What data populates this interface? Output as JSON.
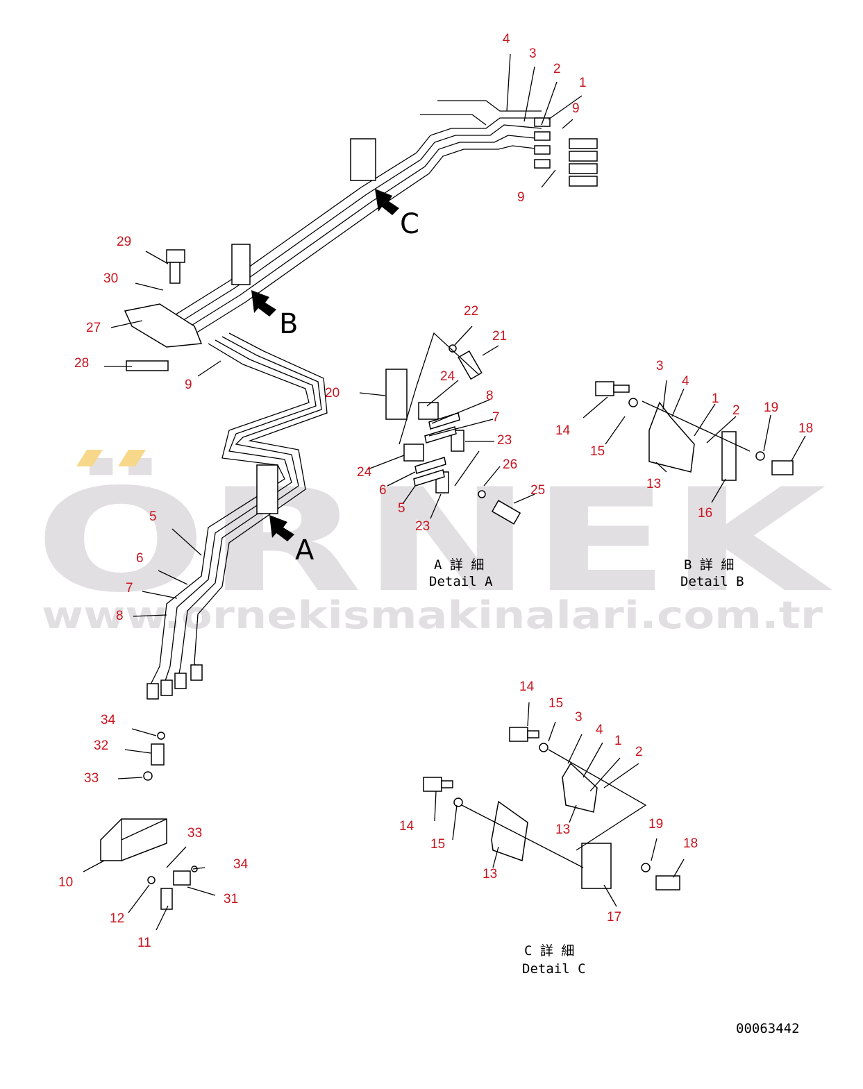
{
  "watermark": {
    "brand": "ÖRNEK",
    "url": "www.ornekismakinalari.com.tr",
    "dot_color": "#f7d88a",
    "text_color": "#e2dfe2"
  },
  "view_markers": [
    {
      "label": "C"
    },
    {
      "label": "B"
    },
    {
      "label": "A"
    }
  ],
  "details": [
    {
      "jp": "A 詳 細",
      "en": "Detail A"
    },
    {
      "jp": "B 詳 細",
      "en": "Detail B"
    },
    {
      "jp": "C 詳 細",
      "en": "Detail C"
    }
  ],
  "drawing_number": "00063442",
  "callout_color": "#c8141e",
  "callouts": [
    "4",
    "3",
    "2",
    "1",
    "9",
    "9",
    "29",
    "30",
    "27",
    "28",
    "9",
    "5",
    "6",
    "7",
    "8",
    "34",
    "32",
    "33",
    "33",
    "34",
    "31",
    "10",
    "12",
    "11",
    "22",
    "21",
    "20",
    "24",
    "8",
    "7",
    "23",
    "24",
    "26",
    "6",
    "25",
    "5",
    "23",
    "3",
    "4",
    "1",
    "2",
    "19",
    "18",
    "14",
    "15",
    "13",
    "16",
    "14",
    "15",
    "3",
    "4",
    "1",
    "2",
    "14",
    "15",
    "13",
    "13",
    "19",
    "18",
    "17"
  ]
}
